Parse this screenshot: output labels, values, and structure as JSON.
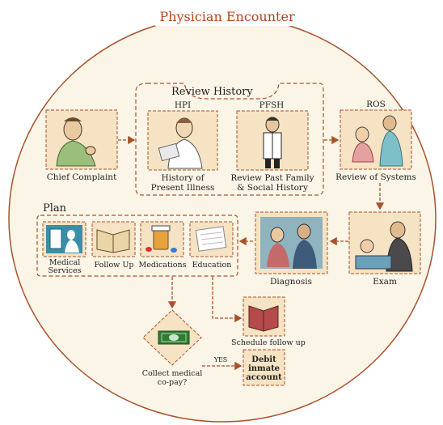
{
  "title": "Physician Encounter",
  "colors": {
    "circle_fill": "#fbf5e8",
    "circle_stroke": "#a9522a",
    "box_fill": "#f5e3c3",
    "dash_stroke": "#a9522a",
    "arrow": "#a9522a",
    "title_color": "#b2451d"
  },
  "review_history": {
    "label": "Review History",
    "hpi": {
      "tag": "HPI",
      "caption_line1": "History of",
      "caption_line2": "Present Illness"
    },
    "pfsh": {
      "tag": "PFSH",
      "caption_line1": "Review Past Family",
      "caption_line2": "& Social History"
    }
  },
  "chief_complaint": {
    "caption": "Chief Complaint"
  },
  "ros": {
    "tag": "ROS",
    "caption": "Review of Systems"
  },
  "exam": {
    "caption": "Exam"
  },
  "diagnosis": {
    "caption": "Diagnosis"
  },
  "plan": {
    "label": "Plan",
    "medical_services_line1": "Medical",
    "medical_services_line2": "Services",
    "follow_up": "Follow Up",
    "medications": "Medications",
    "education": "Education"
  },
  "schedule_follow_up": {
    "caption": "Schedule follow up"
  },
  "copay": {
    "question_line1": "Collect medical",
    "question_line2": "co-pay?",
    "yes": "YES"
  },
  "debit": {
    "line1": "Debit",
    "line2": "inmate",
    "line3": "account"
  }
}
